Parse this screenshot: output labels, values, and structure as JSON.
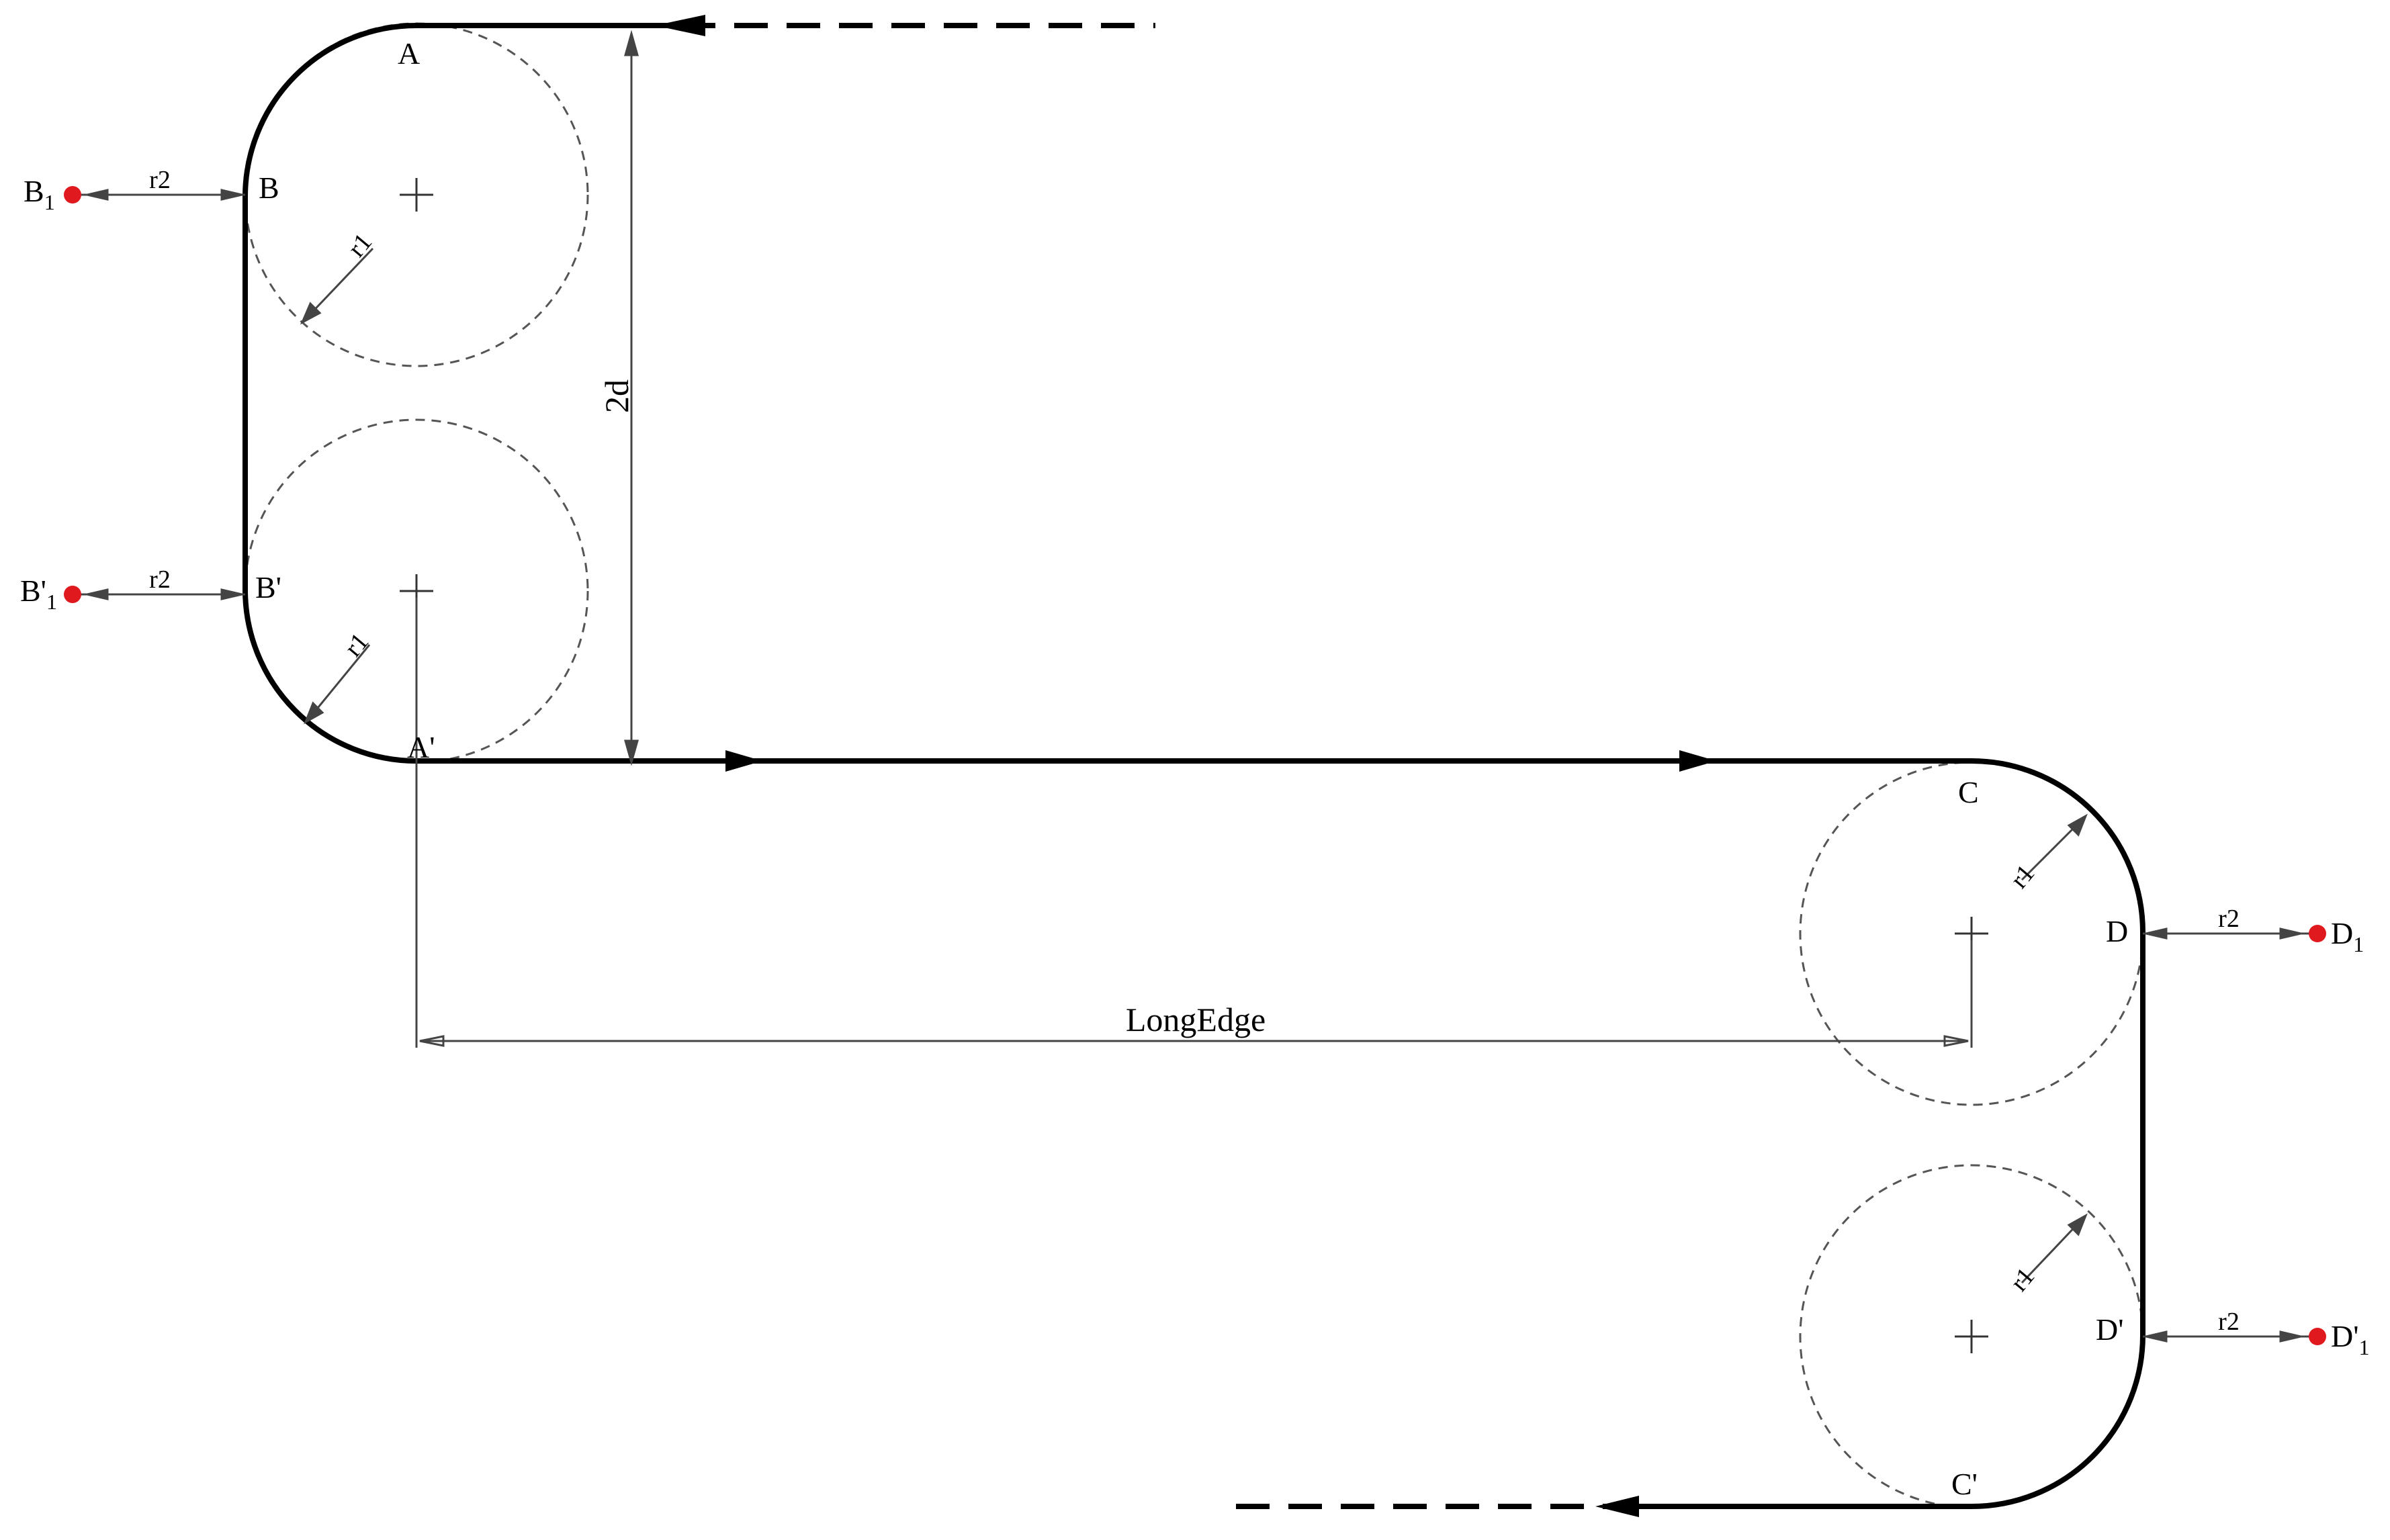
{
  "diagram": {
    "points": {
      "A": "A",
      "A_prime": "A'",
      "B": "B",
      "B_prime": "B'",
      "C": "C",
      "C_prime": "C'",
      "D": "D",
      "D_prime": "D'",
      "B1": {
        "main": "B",
        "sub": "1"
      },
      "B1_prime": {
        "main": "B'",
        "sub": "1"
      },
      "D1": {
        "main": "D",
        "sub": "1"
      },
      "D1_prime": {
        "main": "D'",
        "sub": "1"
      }
    },
    "dimensions": {
      "r1": "r1",
      "r2": "r2",
      "two_d": "2d",
      "long_edge": "LongEdge"
    },
    "colors": {
      "path": "#000000",
      "guide_circle": "#555555",
      "dimension_line": "#444444",
      "marker": "#e0191e"
    }
  }
}
